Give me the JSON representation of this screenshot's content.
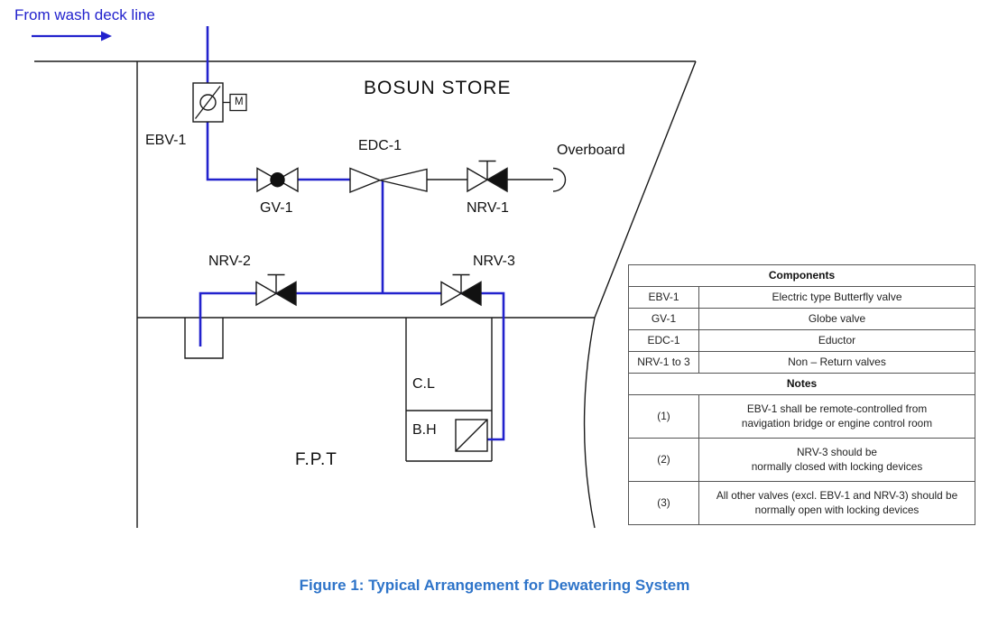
{
  "colors": {
    "pipe_blue": "#2222cd",
    "caption_blue": "#2e74c9",
    "line_color": "#1a1a1a"
  },
  "diagram": {
    "source_label": "From wash deck line",
    "area_title": "BOSUN STORE",
    "labels": {
      "ebv1": "EBV-1",
      "gv1": "GV-1",
      "edc1": "EDC-1",
      "nrv1": "NRV-1",
      "nrv2": "NRV-2",
      "nrv3": "NRV-3",
      "overboard": "Overboard",
      "cl": "C.L",
      "bh": "B.H",
      "fpt": "F.P.T",
      "motor": "M"
    }
  },
  "table": {
    "components_header": "Components",
    "components": [
      {
        "code": "EBV-1",
        "desc": "Electric type Butterfly valve"
      },
      {
        "code": "GV-1",
        "desc": "Globe valve"
      },
      {
        "code": "EDC-1",
        "desc": "Eductor"
      },
      {
        "code": "NRV-1 to 3",
        "desc": "Non – Return valves"
      }
    ],
    "notes_header": "Notes",
    "notes": [
      {
        "num": "(1)",
        "line1": "EBV-1 shall be remote-controlled from",
        "line2": "navigation bridge or engine control room"
      },
      {
        "num": "(2)",
        "line1": "NRV-3 should be",
        "line2": "normally closed with locking devices"
      },
      {
        "num": "(3)",
        "line1": "All other valves (excl. EBV-1 and NRV-3) should be",
        "line2": "normally open with locking devices"
      }
    ]
  },
  "caption": "Figure 1: Typical Arrangement for Dewatering System"
}
